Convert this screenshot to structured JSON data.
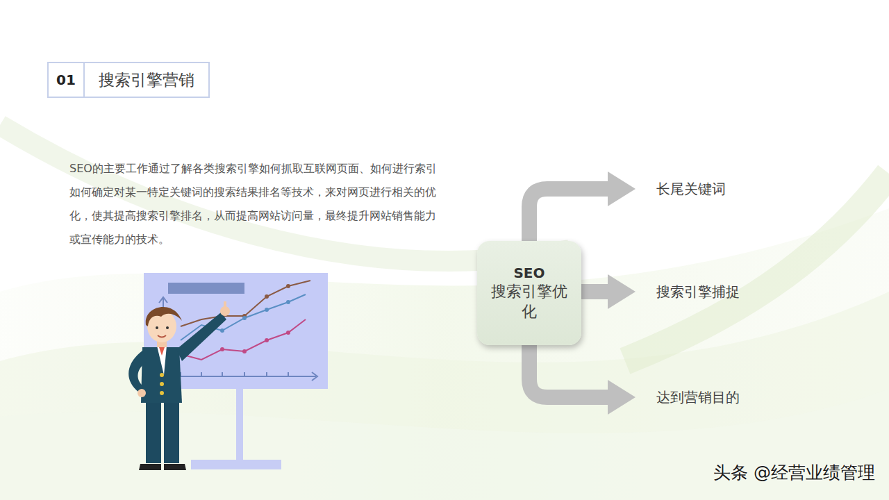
{
  "diagram": {
    "title": "搜索引擎营销",
    "nodes": [
      {
        "text": [
          "SEO",
          "搜索引擎优化"
        ]
      },
      {
        "text": [
          "长尾关键词"
        ]
      },
      {
        "text": [
          "搜索引擎捕捉"
        ]
      },
      {
        "text": [
          "达到营销目的"
        ]
      }
    ],
    "edges": [
      {
        "from": 0,
        "to": 1,
        "arrow": "to"
      },
      {
        "from": 0,
        "to": 2,
        "arrow": "to"
      },
      {
        "from": 0,
        "to": 3,
        "arrow": "to"
      }
    ],
    "labels": [
      "01",
      "SEO的主要工作通过了解各类搜索引擎如何抓取互联网页面、如何进行索引如何确定对某一特定关键词的搜索结果排名等技术，来对网页进行相关的优化，使其提高搜索引擎排名，从而提高网站访问量，最终提升网站销售能力或宣传能力的技术。",
      "头条 @经营业绩管理"
    ]
  }
}
